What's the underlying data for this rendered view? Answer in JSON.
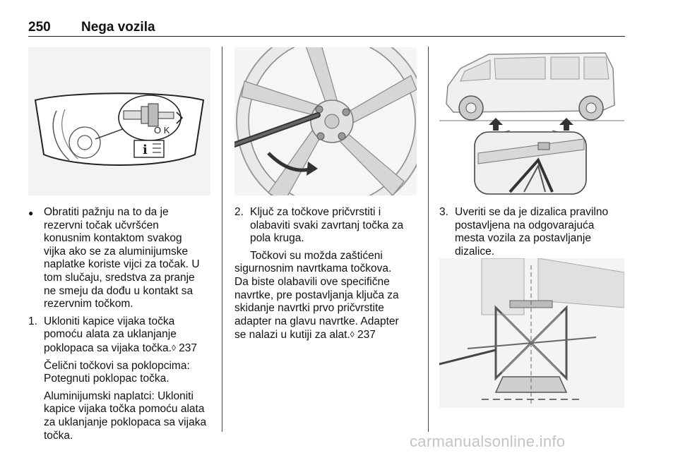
{
  "header": {
    "page_number": "250",
    "section_title": "Nega vozila"
  },
  "column1": {
    "figure_label": "O K",
    "bullet": {
      "marker": "●",
      "lines": [
        "Obratiti pažnju na to da je",
        "rezervni točak učvršćen",
        "konusnim kontaktom svakog",
        "vijka ako se za aluminijumske",
        "naplatke koriste vijci za točak. U",
        "tom slučaju, sredstva za pranje",
        "ne smeju da dođu u kontakt sa",
        "rezervnim točkom."
      ]
    },
    "step1": {
      "number": "1.",
      "lines": [
        "Ukloniti kapice vijaka točka",
        "pomoću alata za uklanjanje"
      ],
      "ref_line": "poklopaca sa vijaka točka.",
      "ref_arrow": "◊",
      "ref_page": " 237",
      "steel_lines": [
        "Čelični točkovi sa poklopcima:",
        "Potegnuti poklopac točka."
      ],
      "alu_lines": [
        "Aluminijumski naplatci: Ukloniti",
        "kapice vijaka točka pomoću alata",
        "za uklanjanje poklopaca sa vijaka",
        "točka."
      ]
    }
  },
  "column2": {
    "step2": {
      "number": "2.",
      "lines": [
        "Ključ za točkove pričvrstiti i",
        "olabaviti svaki zavrtanj točka za",
        "pola kruga."
      ],
      "note_lines": [
        "Točkovi su možda zaštićeni",
        "sigurnosnim navrtkama točkova.",
        "Da biste olabavili ove specifične",
        "navrtke, pre postavljanja ključa za",
        "skidanje navrtki prvo pričvrstite",
        "adapter na glavu navrtke. Adapter"
      ],
      "ref_line": "se nalazi u kutiji za alat.",
      "ref_arrow": "◊",
      "ref_page": " 237"
    }
  },
  "column3": {
    "step3": {
      "number": "3.",
      "lines": [
        "Uveriti se da je dizalica pravilno",
        "postavljena na odgovarajuća",
        "mesta vozila za postavljanje",
        "dizalice."
      ]
    }
  },
  "watermark": "carmanualsonline.info"
}
